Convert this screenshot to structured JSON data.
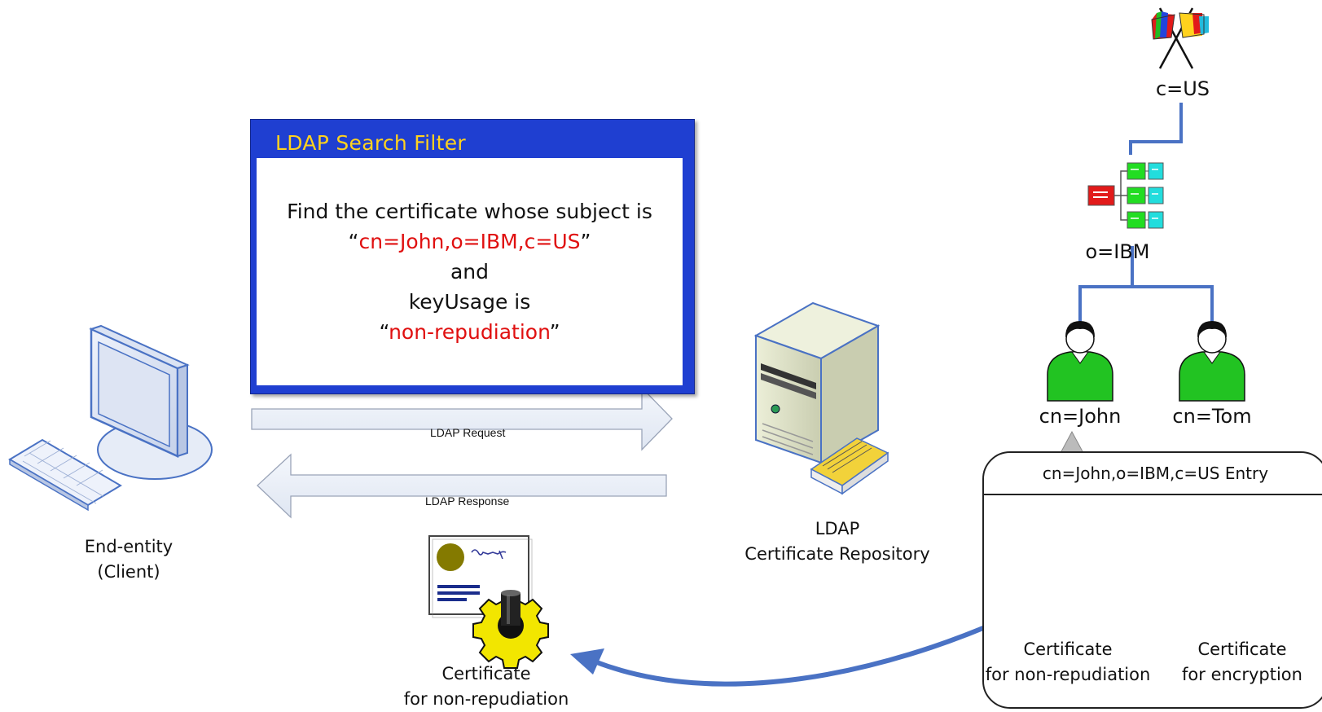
{
  "filter": {
    "title": "LDAP Search Filter",
    "line1": "Find the certificate whose subject is",
    "quote_open_1": "“",
    "subject_value": "cn=John,o=IBM,c=US",
    "quote_close_1": "”",
    "line3": "and",
    "line4": "keyUsage is",
    "quote_open_2": "“",
    "keyusage_value": "non-repudiation",
    "quote_close_2": "”"
  },
  "arrows": {
    "request": "LDAP Request",
    "response": "LDAP Response"
  },
  "client": {
    "line1": "End-entity",
    "line2": "(Client)"
  },
  "repository": {
    "line1": "LDAP",
    "line2": "Certificate Repository"
  },
  "returned_cert": {
    "line1": "Certificate",
    "line2": "for non-repudiation"
  },
  "tree": {
    "country": "c=US",
    "org": "o=IBM",
    "person1": "cn=John",
    "person2": "cn=Tom"
  },
  "entry": {
    "title": "cn=John,o=IBM,c=US Entry",
    "cert1_line1": "Certificate",
    "cert1_line2": "for non-repudiation",
    "cert2_line1": "Certificate",
    "cert2_line2": "for encryption"
  },
  "colors": {
    "filter_frame": "#1f3fd1",
    "filter_title": "#ffd21e",
    "highlight": "#e01010",
    "tree_line": "#4a72c4",
    "person": "#22c322",
    "flow_arrow": "#4a72c4"
  }
}
